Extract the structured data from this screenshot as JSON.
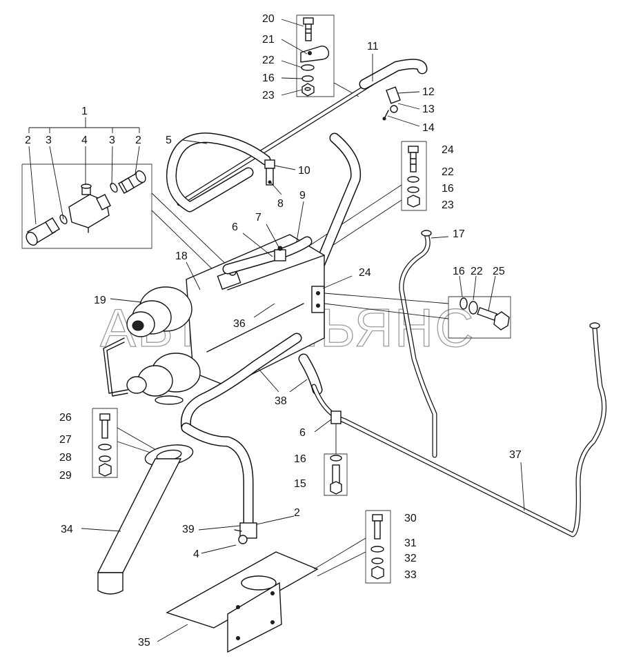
{
  "watermark": "АВТОАЛЬЯНС",
  "labels": {
    "l1": "1",
    "l2a": "2",
    "l3a": "3",
    "l4a": "4",
    "l3b": "3",
    "l2b": "2",
    "l5": "5",
    "l6a": "6",
    "l6b": "6",
    "l7": "7",
    "l8": "8",
    "l9": "9",
    "l10": "10",
    "l11": "11",
    "l12": "12",
    "l13": "13",
    "l14": "14",
    "l15": "15",
    "l16a": "16",
    "l16b": "16",
    "l16c": "16",
    "l16d": "16",
    "l17": "17",
    "l18": "18",
    "l19": "19",
    "l20": "20",
    "l21": "21",
    "l22a": "22",
    "l22b": "22",
    "l22c": "22",
    "l23a": "23",
    "l23b": "23",
    "l24a": "24",
    "l24b": "24",
    "l25": "25",
    "l26": "26",
    "l27": "27",
    "l28": "28",
    "l29": "29",
    "l30": "30",
    "l31": "31",
    "l32": "32",
    "l33": "33",
    "l34": "34",
    "l35": "35",
    "l36": "36",
    "l37": "37",
    "l38": "38",
    "l39": "39",
    "l2c": "2",
    "l4b": "4"
  }
}
